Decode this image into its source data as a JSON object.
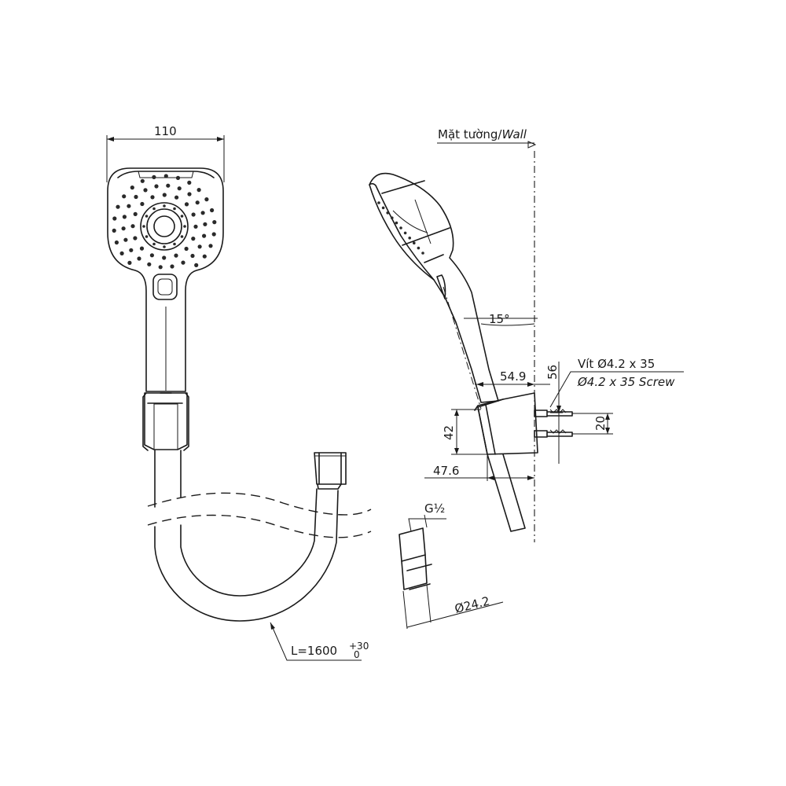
{
  "labels": {
    "width_110": "110",
    "wall_prefix": "Mặt tường/",
    "wall_italic": "Wall",
    "angle_15": "15°",
    "dim_549": "54.9",
    "dim_56": "56",
    "screw_vn": "Vít Ø4.2 x 35",
    "screw_en": "Ø4.2 x 35 Screw",
    "dim_20": "20",
    "dim_42": "42",
    "dim_476": "47.6",
    "thread": "G½",
    "dia_242": "Ø24.2",
    "hose_length": "L=1600",
    "tol_upper": "+30",
    "tol_lower": "0"
  }
}
